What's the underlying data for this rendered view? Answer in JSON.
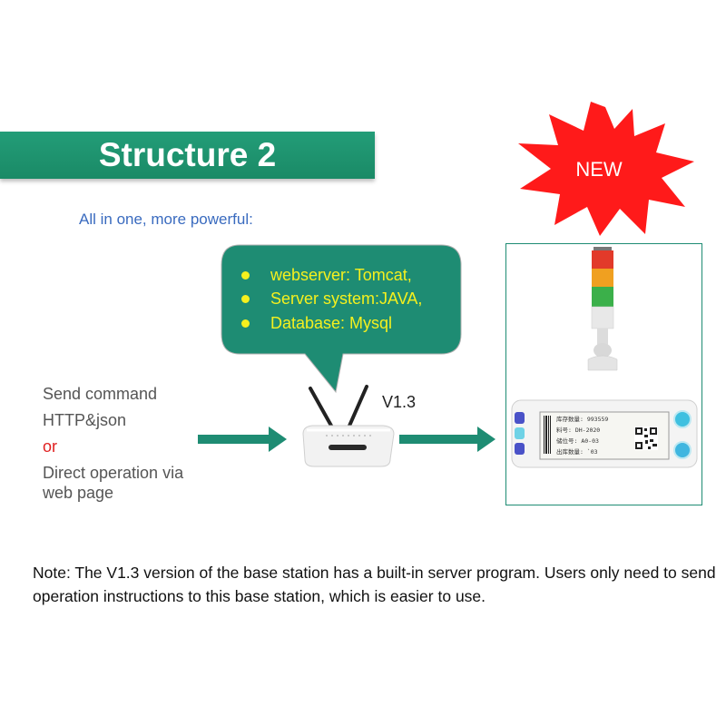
{
  "title": "Structure 2",
  "subtitle": "All in one, more powerful:",
  "callout": {
    "items": [
      "webserver: Tomcat,",
      "Server system:JAVA,",
      "Database: Mysql"
    ]
  },
  "left": {
    "line1": "Send command",
    "line2": "HTTP&json",
    "or": "or",
    "line3": "Direct operation via",
    "line4": "web page"
  },
  "router_label": "V1.3",
  "badge": "NEW",
  "tag_screen": {
    "line1": "库存数量: 993559",
    "line2": "料号: DH-2020",
    "line3": "储位号: A0-03",
    "line4": "出库数量: `03"
  },
  "note": "Note: The V1.3 version of the base station has a built-in server program. Users only need to send operation instructions to this base station, which is easier to use.",
  "colors": {
    "title_bg": "#1f9470",
    "callout_bg": "#1e8c73",
    "callout_text": "#f5f01e",
    "arrow": "#1e8c73",
    "subtitle": "#3a6bbf",
    "or": "#e02020",
    "badge": "#ff1a1a"
  }
}
